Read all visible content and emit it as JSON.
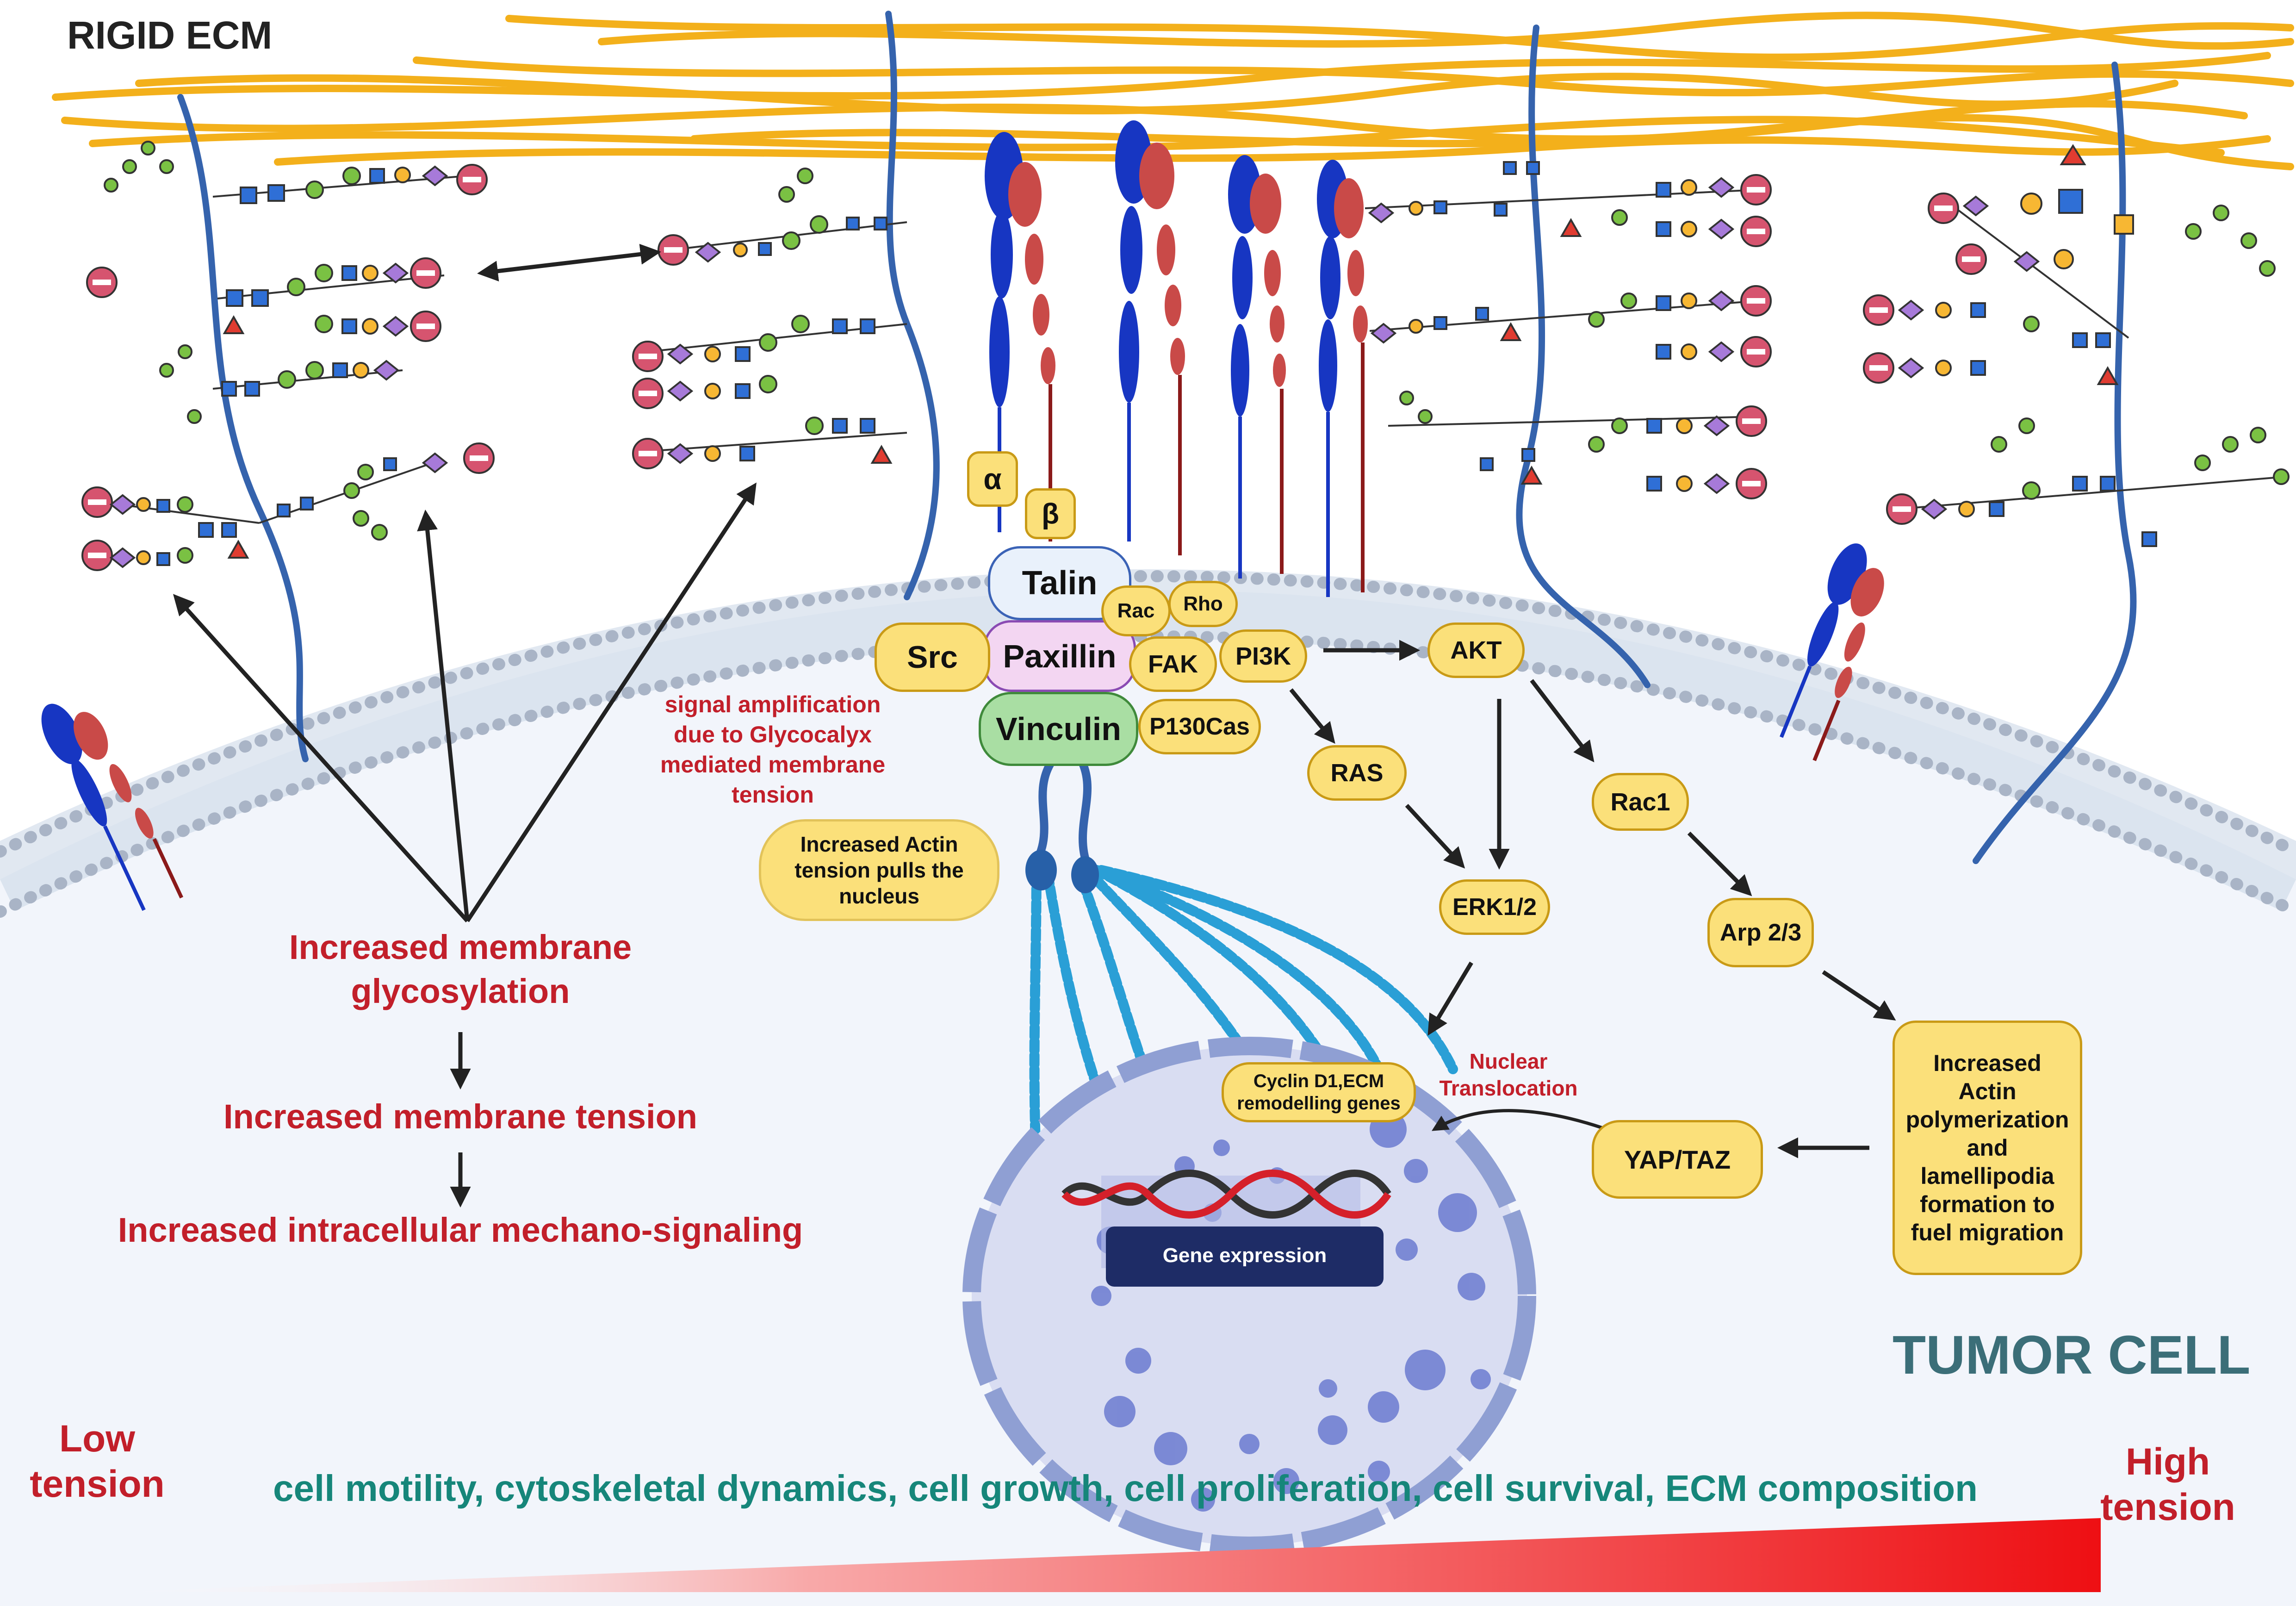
{
  "header": {
    "title": "RIGID ECM"
  },
  "integrin": {
    "alpha": "α",
    "beta": "β"
  },
  "adhesion": {
    "talin": "Talin",
    "paxillin": "Paxillin",
    "vinculin": "Vinculin",
    "src": "Src",
    "rac": "Rac",
    "rho": "Rho",
    "fak": "FAK",
    "pi3k": "PI3K",
    "p130cas": "P130Cas"
  },
  "pathway": {
    "akt": "AKT",
    "ras": "RAS",
    "rac1": "Rac1",
    "erk": "ERK1/2",
    "arp": "Arp 2/3",
    "yap": "YAP/TAZ",
    "actin_box": [
      "Increased",
      "Actin",
      "polymerization",
      "and",
      "lamellipodia",
      "formation to",
      "fuel migration"
    ]
  },
  "annotations": {
    "signal_amp": [
      "signal amplification",
      "due to Glycocalyx",
      "mediated membrane",
      "tension"
    ],
    "actin_tension": [
      "Increased Actin",
      "tension pulls the",
      "nucleus"
    ],
    "nuclear_translocation": [
      "Nuclear",
      "Translocation"
    ],
    "cyclin": [
      "Cyclin D1,ECM",
      "remodelling genes"
    ],
    "gene_expression": "Gene expression"
  },
  "cascade": {
    "step1": [
      "Increased membrane",
      "glycosylation"
    ],
    "step2": "Increased membrane tension",
    "step3": "Increased intracellular  mechano-signaling"
  },
  "footer": {
    "tumor_cell": "TUMOR CELL",
    "low": [
      "Low",
      "tension"
    ],
    "high": [
      "High",
      "tension"
    ],
    "outcomes": "cell motility, cytoskeletal dynamics, cell growth, cell proliferation, cell survival, ECM  composition"
  },
  "colors": {
    "membrane": "#a9b4c6",
    "integrin_alpha": "#1736c2",
    "integrin_beta": "#c94a48",
    "glycan_green": "#7ac143",
    "glycan_blue": "#2f6fd6",
    "glycan_purple": "#a77ad9",
    "glycan_yellow": "#f7b733",
    "sialic_minus": "#d6546f",
    "fucose": "#e03c31",
    "collagen": "#f3b01b",
    "label_red": "#c21f2a",
    "label_teal": "#16867a",
    "pill_fill": "#fbe07a",
    "talin_fill": "#e9f1fb",
    "paxillin_fill": "#f3d6f2",
    "vinculin_fill": "#a9dea3",
    "nucleus_fill": "#d9ddf2",
    "gene_box": "#1e2c66"
  }
}
